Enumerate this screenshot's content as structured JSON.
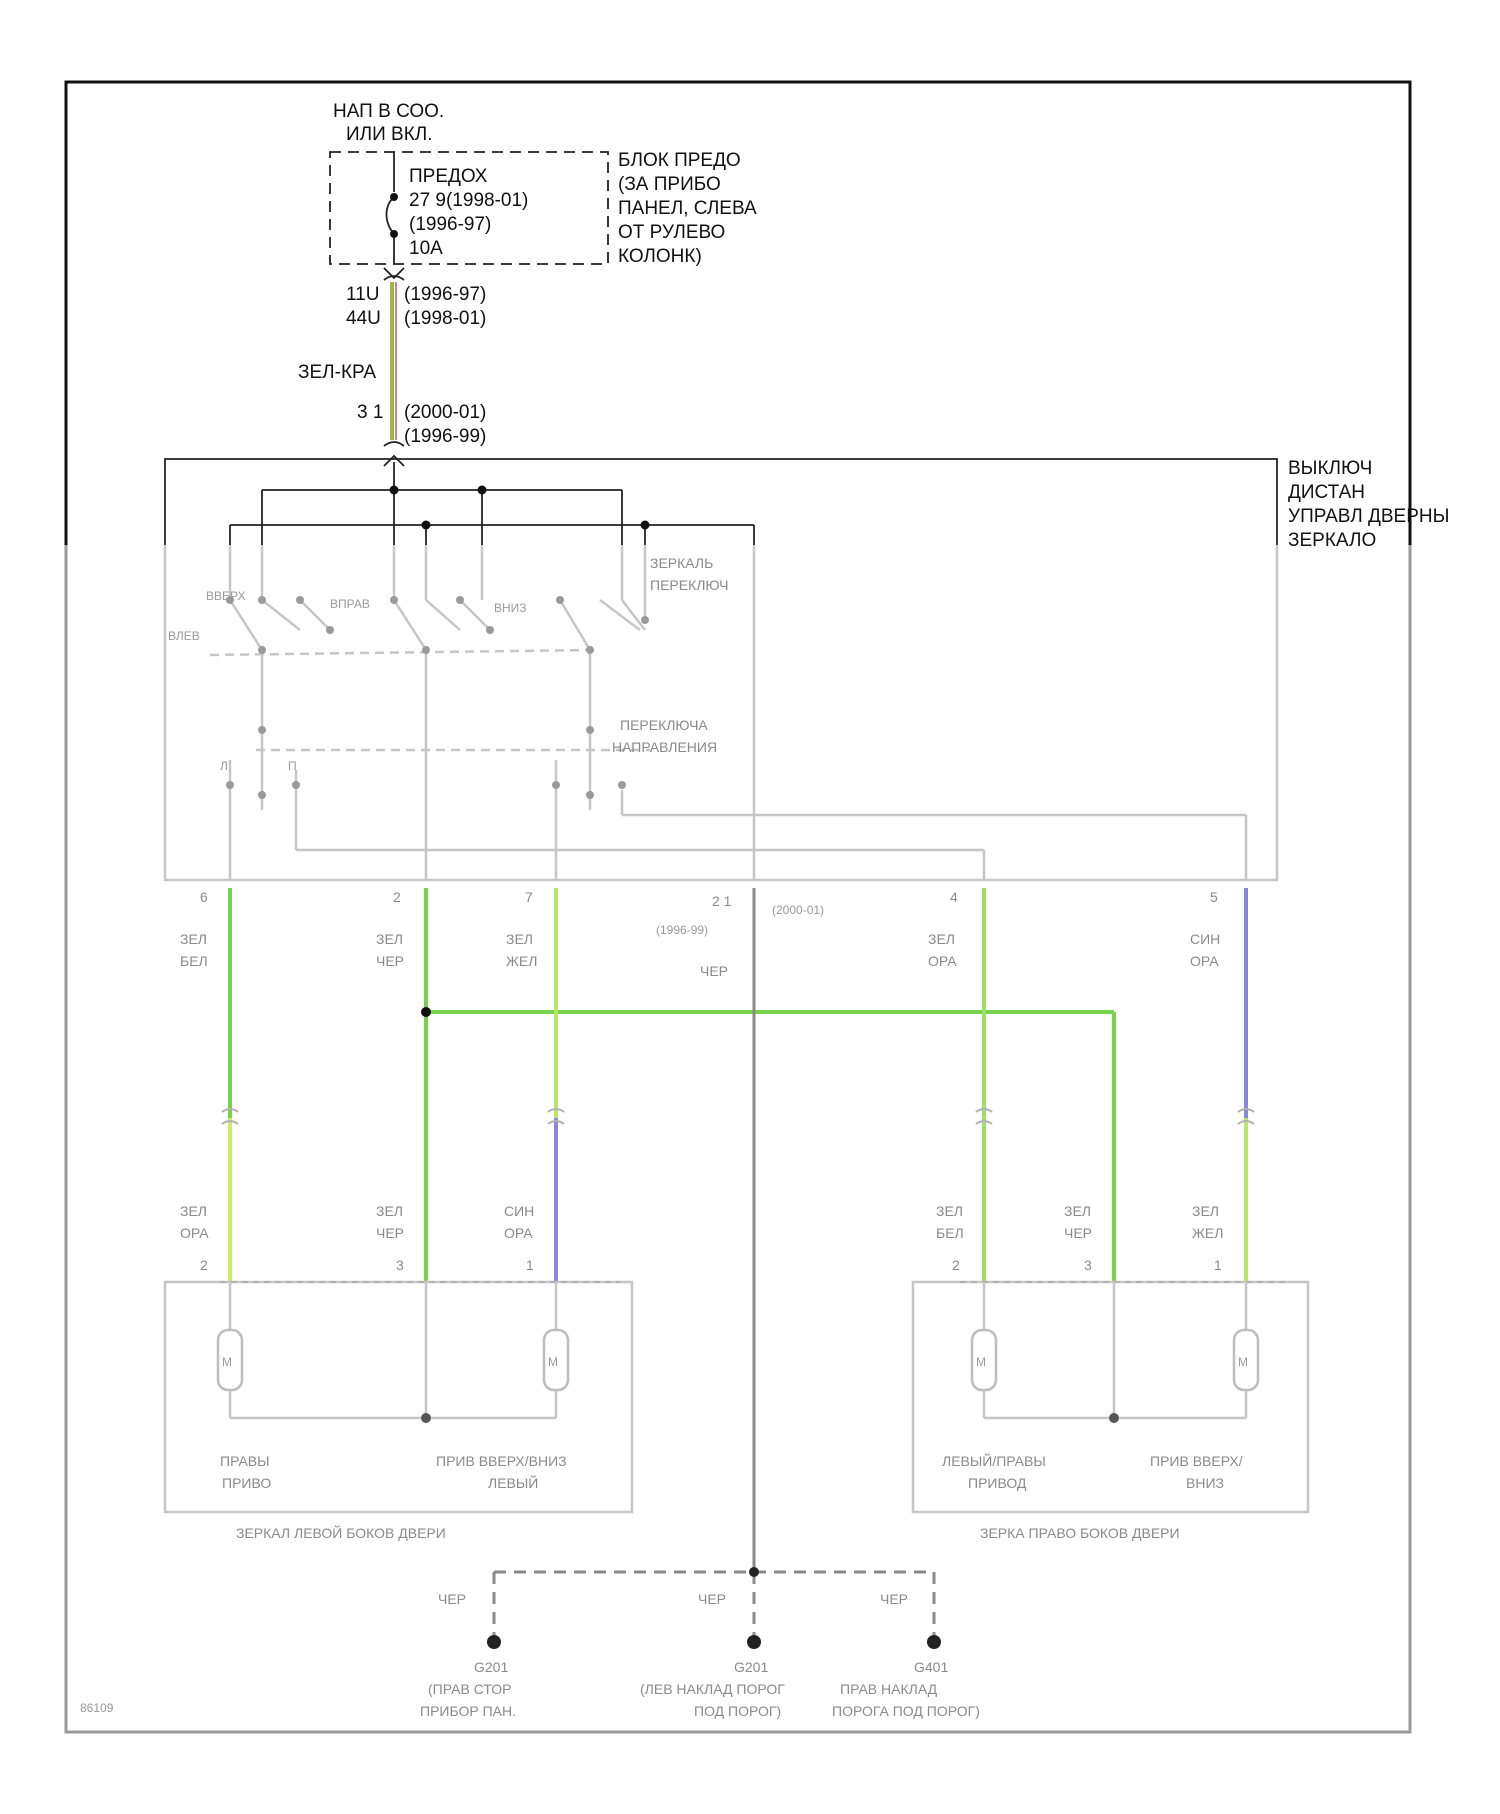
{
  "power_source": {
    "line1": "НАП В СОО.",
    "line2": "ИЛИ ВКЛ."
  },
  "fuse": {
    "label": "ПРЕДОХ",
    "num1": "27 9(1998-01)",
    "num2": "(1996-97)",
    "rating": "10A"
  },
  "fuse_block": {
    "lines": [
      "БЛОК ПРЕДО",
      "(ЗА ПРИБО",
      "ПАНЕЛ, СЛЕВА",
      "ОТ РУЛЕВО",
      "КОЛОНК)"
    ]
  },
  "connector_top": {
    "c1": "11U",
    "c1_year": "(1996-97)",
    "c2": "44U",
    "c2_year": "(1998-01)"
  },
  "wire_main": {
    "color": "ЗЕЛ-КРА"
  },
  "connector_switch": {
    "pins": "3 1",
    "year1": "(2000-01)",
    "year2": "(1996-99)"
  },
  "switch_block": {
    "lines": [
      "ВЫКЛЮЧ",
      "ДИСТАН",
      "УПРАВЛ ДВЕРНЫ",
      "ЗЕРКАЛО"
    ]
  },
  "switch_internal": {
    "mirror_select": [
      "ЗЕРКАЛЬ",
      "ПЕРЕКЛЮЧ"
    ],
    "direction_select": [
      "ПЕРЕКЛЮЧА",
      "НАПРАВЛЕНИЯ"
    ],
    "contacts": [
      "ВЛЕВ",
      "ВПРАВ",
      "ВНИЗ",
      "ВВЕРХ",
      "Л",
      "П"
    ]
  },
  "switch_pins": [
    "6",
    "2",
    "7",
    "2 1",
    "4",
    "5"
  ],
  "ground_pin_years": {
    "a": "(2000-01)",
    "b": "(1996-99)"
  },
  "upper_wires": [
    {
      "l1": "ЗЕЛ",
      "l2": "БЕЛ"
    },
    {
      "l1": "ЗЕЛ",
      "l2": "ЧЕР"
    },
    {
      "l1": "ЗЕЛ",
      "l2": "ЖЕЛ"
    },
    {
      "l1": "ЧЕР",
      "l2": ""
    },
    {
      "l1": "ЗЕЛ",
      "l2": "ОРА"
    },
    {
      "l1": "СИН",
      "l2": "ОРА"
    }
  ],
  "lower_wires_left": [
    {
      "l1": "ЗЕЛ",
      "l2": "ОРА"
    },
    {
      "l1": "ЗЕЛ",
      "l2": "ЧЕР"
    },
    {
      "l1": "СИН",
      "l2": "ОРА"
    }
  ],
  "lower_wires_right": [
    {
      "l1": "ЗЕЛ",
      "l2": "БЕЛ"
    },
    {
      "l1": "ЗЕЛ",
      "l2": "ЧЕР"
    },
    {
      "l1": "ЗЕЛ",
      "l2": "ЖЕЛ"
    }
  ],
  "left_mirror": {
    "pins": [
      "2",
      "3",
      "1"
    ],
    "motor_a": [
      "ПРАВЫ",
      "ПРИВО"
    ],
    "motor_b": [
      "ПРИВ ВВЕРХ/ВНИЗ",
      "ЛЕВЫЙ"
    ],
    "title": "ЗЕРКАЛ ЛЕВОЙ БОКОВ ДВЕРИ"
  },
  "right_mirror": {
    "pins": [
      "2",
      "3",
      "1"
    ],
    "motor_a": [
      "ЛЕВЫЙ/ПРАВЫ",
      "ПРИВОД"
    ],
    "motor_b": [
      "ПРИВ ВВЕРХ/",
      "ВНИЗ"
    ],
    "title": "ЗЕРКА ПРАВО БОКОВ ДВЕРИ"
  },
  "grounds": [
    {
      "wire": "ЧЕР",
      "id": "G201",
      "l1": "(ПРАВ СТОР",
      "l2": "ПРИБОР ПАН."
    },
    {
      "wire": "ЧЕР",
      "id": "G201",
      "l1": "(ЛЕВ НАКЛАД ПОРОГ",
      "l2": "ПОД ПОРОГ)"
    },
    {
      "wire": "ЧЕР",
      "id": "G401",
      "l1": "ПРАВ НАКЛАД",
      "l2": "ПОРОГА ПОД ПОРОГ)"
    }
  ],
  "figure_code": "86109",
  "colors": {
    "frame": "#111111",
    "pale_gray": "#c6c6c6",
    "mid_gray": "#9a9a9a",
    "green": "#78d24a",
    "yellow_green": "#c9ec6a",
    "blue": "#8c86dc",
    "green_red": "#9ab84a"
  }
}
